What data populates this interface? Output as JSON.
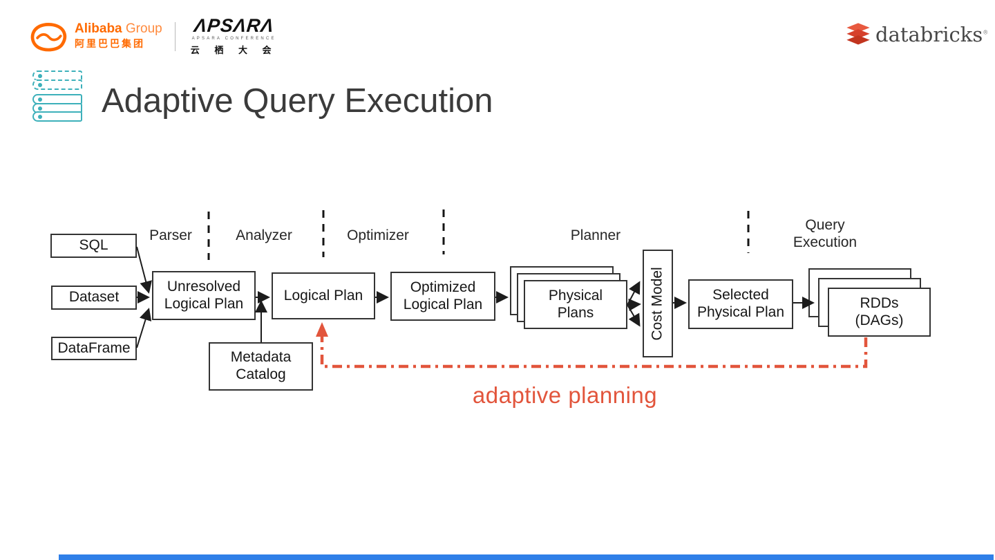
{
  "colors": {
    "teal_accent": "#3CB0BA",
    "adaptive_orange": "#E2553C",
    "alibaba_orange": "#FF6A00",
    "databricks_red": "#D6402B",
    "bottom_bar_blue": "#2F7FE8"
  },
  "icons": {
    "title_icon": "stacked-logs-icon",
    "alibaba_icon": "alibaba-smile-mark",
    "databricks_icon": "stacked-bricks-icon"
  },
  "header": {
    "alibaba_name": "Alibaba",
    "alibaba_suffix": "Group",
    "alibaba_cn": "阿里巴巴集团",
    "apsara_wordmark": "ΛPSΛRΛ",
    "apsara_sub": "APSARA CONFERENCE",
    "apsara_cn": "云 栖 大 会",
    "databricks_wordmark": "databricks",
    "databricks_reg": "®"
  },
  "title": "Adaptive Query Execution",
  "diagram": {
    "inputs": [
      {
        "label": "SQL"
      },
      {
        "label": "Dataset"
      },
      {
        "label": "DataFrame"
      }
    ],
    "stages": {
      "parser": "Parser",
      "analyzer": "Analyzer",
      "optimizer": "Optimizer",
      "planner": "Planner",
      "query_execution": "Query\nExecution"
    },
    "nodes": {
      "unresolved_logical_plan": "Unresolved\nLogical Plan",
      "logical_plan": "Logical Plan",
      "optimized_logical_plan": "Optimized\nLogical Plan",
      "physical_plans": "Physical\nPlans",
      "cost_model": "Cost Model",
      "selected_physical_plan": "Selected\nPhysical Plan",
      "rdds": "RDDs\n(DAGs)",
      "metadata_catalog": "Metadata\nCatalog"
    },
    "annotation": "adaptive planning"
  }
}
